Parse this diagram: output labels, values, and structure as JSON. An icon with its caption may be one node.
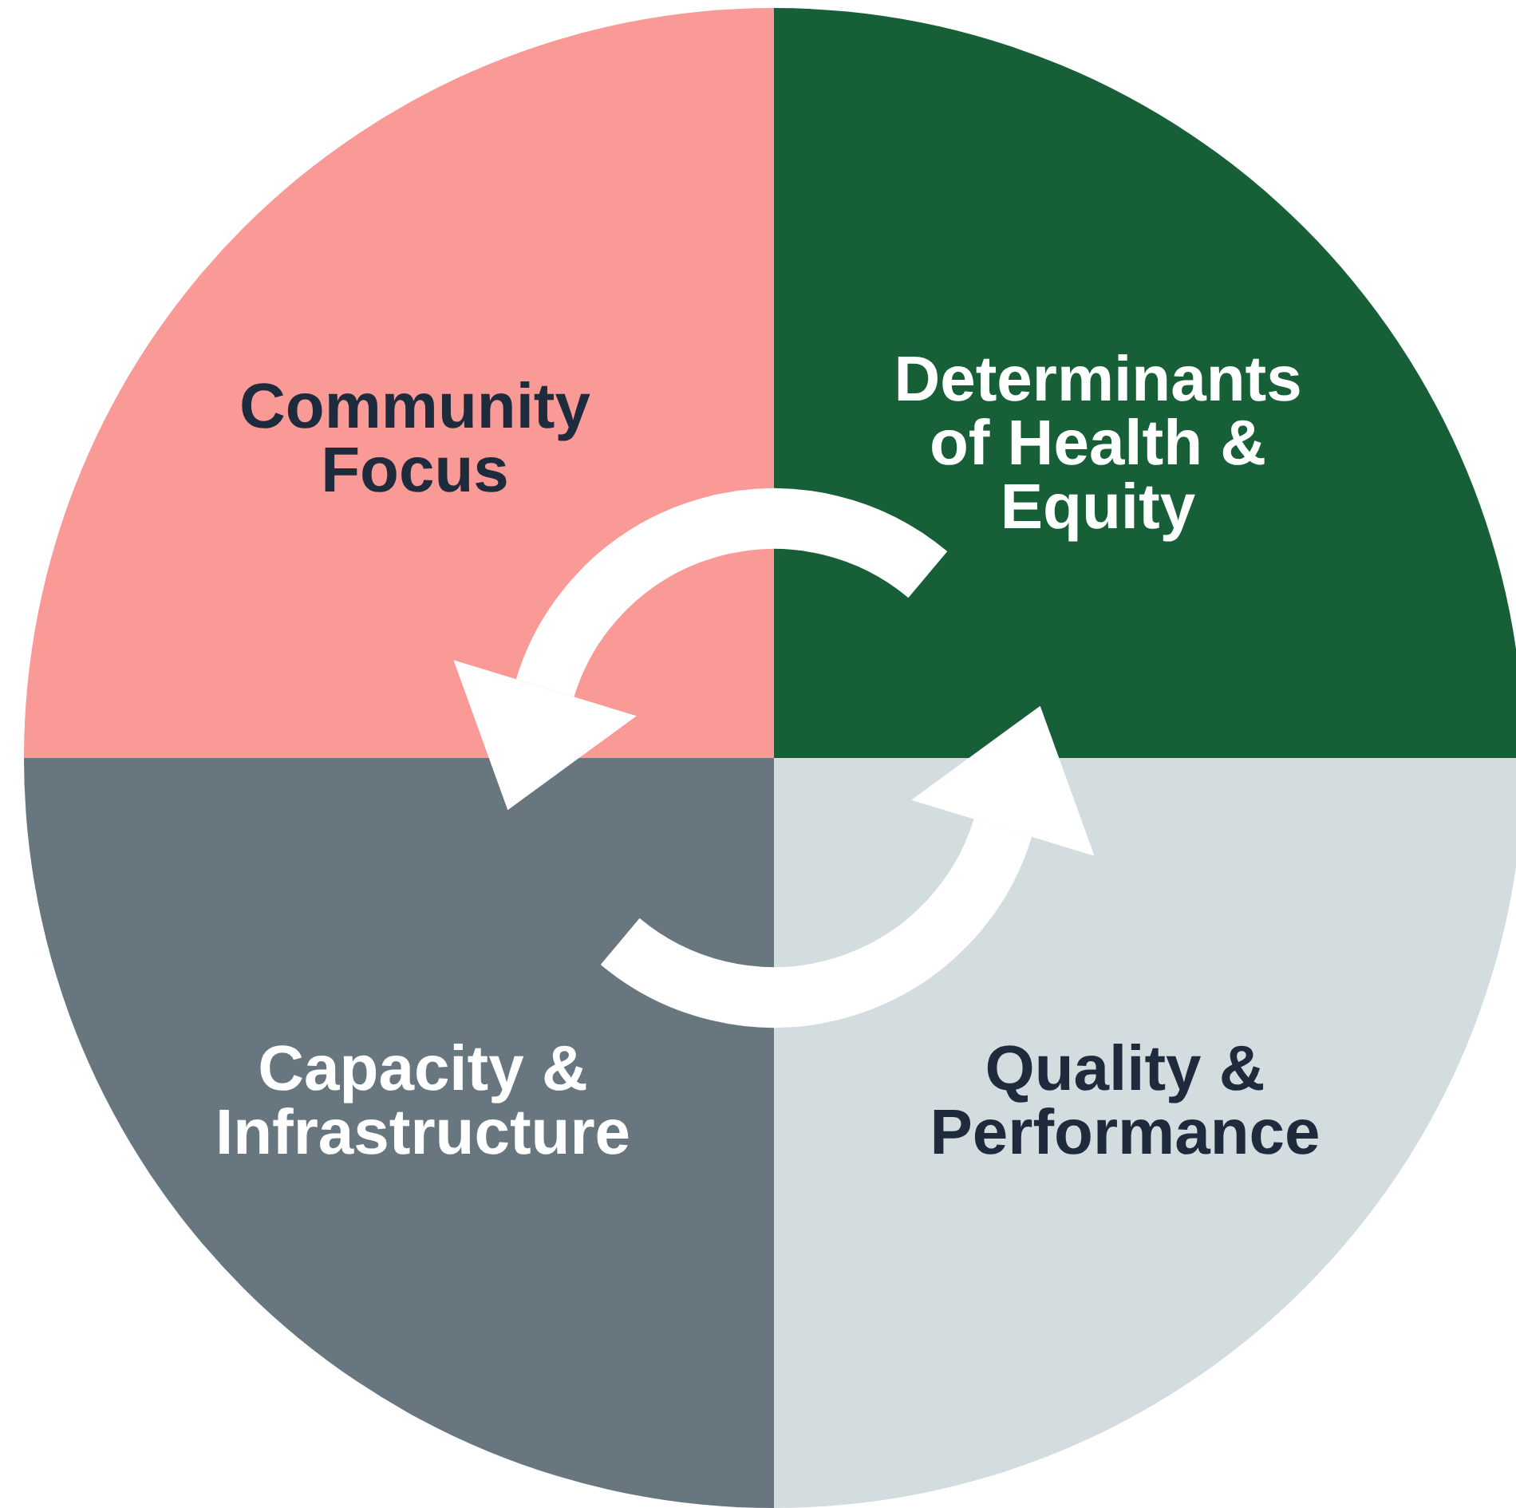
{
  "diagram": {
    "nodes": [
      {
        "text": [
          "Community Focus"
        ]
      },
      {
        "text": [
          "Determinants of Health & Equity"
        ]
      },
      {
        "text": [
          "Capacity & Infrastructure"
        ]
      },
      {
        "text": [
          "Quality & Performance"
        ]
      }
    ],
    "edges": [
      {
        "from": 1,
        "to": 0,
        "arrow": "to"
      },
      {
        "from": 2,
        "to": 3,
        "arrow": "to"
      }
    ]
  }
}
